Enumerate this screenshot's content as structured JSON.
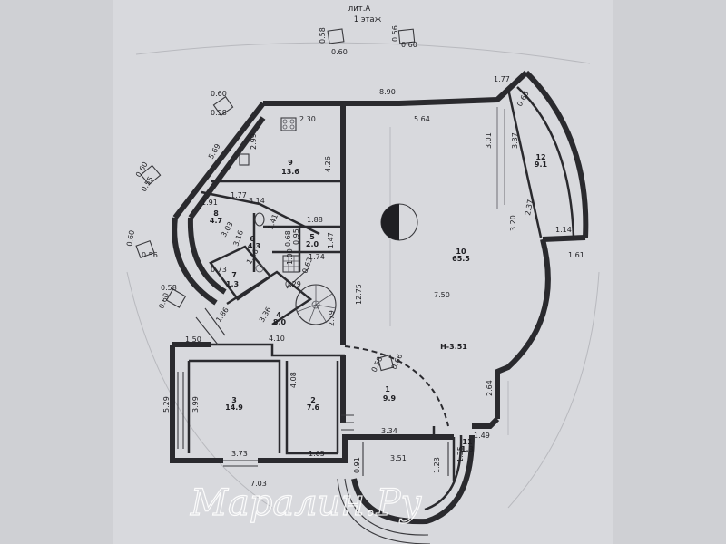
{
  "header": {
    "liter": "лит.А",
    "floor": "1 этаж"
  },
  "rooms": [
    {
      "id": "1",
      "area": "9.9"
    },
    {
      "id": "2",
      "area": "7.6"
    },
    {
      "id": "3",
      "area": "14.9"
    },
    {
      "id": "4",
      "area": "8.0"
    },
    {
      "id": "5",
      "area": "2.0"
    },
    {
      "id": "6",
      "area": "4.3"
    },
    {
      "id": "7",
      "area": "1.3"
    },
    {
      "id": "8",
      "area": "4.7"
    },
    {
      "id": "9",
      "area": "13.6"
    },
    {
      "id": "10",
      "area": "65.5"
    },
    {
      "id": "11",
      "area": "1.3"
    },
    {
      "id": "12",
      "area": "9.1"
    }
  ],
  "height_mark": "Н-3.51",
  "dimensions": {
    "d890": "8.90",
    "d564": "5.64",
    "d177": "1.77",
    "d066": "0.66",
    "d337": "3.37",
    "d301": "3.01",
    "d230": "2.30",
    "d299": "2.99",
    "d569": "5.69",
    "d426": "4.26",
    "d191": "1.91",
    "d177b": "1.77",
    "d314": "3.14",
    "d141": "1.41",
    "d188": "1.88",
    "d303": "3.03",
    "d316": "3.16",
    "d116": "1.16",
    "d068": "0.68",
    "d095": "0.95",
    "d147": "1.47",
    "d100": "1.00",
    "d174": "1.74",
    "d073": "0.73",
    "d029": "0.29",
    "d063": "0.63",
    "d1275": "12.75",
    "d750": "7.50",
    "d237": "2.37",
    "d320": "3.20",
    "d114": "1.14",
    "d161": "1.61",
    "d186": "1.86",
    "d336": "3.36",
    "d279": "2.79",
    "d150": "1.50",
    "d410": "4.10",
    "d529": "5.29",
    "d399": "3.99",
    "d408": "4.08",
    "d264": "2.64",
    "d334": "3.34",
    "d149": "1.49",
    "d373": "3.73",
    "d165": "1.65",
    "d091": "0.91",
    "d351": "3.51",
    "d123": "1.23",
    "d135": "1.35",
    "d703": "7.03"
  },
  "windows": {
    "w1a": "0.58",
    "w1b": "0.60",
    "w2a": "0.56",
    "w2b": "0.60",
    "w3a": "0.60",
    "w3b": "0.58",
    "w4a": "0.60",
    "w4b": "0.55",
    "w5a": "0.60",
    "w5b": "0.56",
    "w6a": "0.58",
    "w6b": "0.60",
    "w7a": "0.58",
    "w7b": "0.66"
  },
  "watermark": "Маралин.Ру"
}
